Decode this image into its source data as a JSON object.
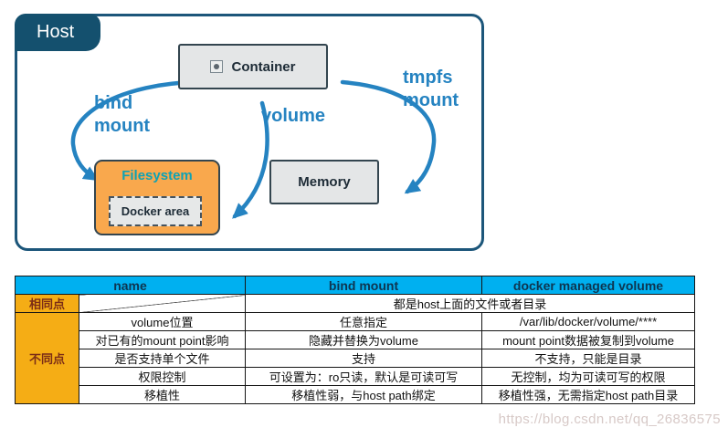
{
  "diagram": {
    "host_label": "Host",
    "container_label": "Container",
    "filesystem_label": "Filesystem",
    "docker_area_label": "Docker area",
    "memory_label": "Memory",
    "arrows": {
      "bind_mount": {
        "line1": "bind",
        "line2": "mount"
      },
      "volume": {
        "label": "volume"
      },
      "tmpfs_mount": {
        "line1": "tmpfs",
        "line2": "mount"
      }
    }
  },
  "table": {
    "headers": {
      "name": "name",
      "bind_mount": "bind mount",
      "docker_managed_volume": "docker managed volume"
    },
    "same": {
      "label": "相同点",
      "value": "都是host上面的文件或者目录"
    },
    "diff": {
      "label": "不同点",
      "rows": [
        {
          "name": "volume位置",
          "bind_mount": "任意指定",
          "docker_managed_volume": "/var/lib/docker/volume/****"
        },
        {
          "name": "对已有的mount point影响",
          "bind_mount": "隐藏并替换为volume",
          "docker_managed_volume": "mount point数据被复制到volume"
        },
        {
          "name": "是否支持单个文件",
          "bind_mount": "支持",
          "docker_managed_volume": "不支持，只能是目录"
        },
        {
          "name": "权限控制",
          "bind_mount": "可设置为：ro只读，默认是可读可写",
          "docker_managed_volume": "无控制，均为可读可写的权限"
        },
        {
          "name": "移植性",
          "bind_mount": "移植性弱，与host path绑定",
          "docker_managed_volume": "移植性强，无需指定host path目录"
        }
      ]
    }
  },
  "watermark": {
    "text": "https://blog.csdn.net/qq_26836575"
  },
  "colors": {
    "header_bg": "#00b0f0",
    "row_label_bg": "#f5ad15",
    "row_label_text": "#7c2d16",
    "arrow_blue": "#2583c1",
    "filesystem_orange": "#f9a84d",
    "filesystem_label_teal": "#0ea2b4",
    "host_navy": "#14506e",
    "node_gray": "#e4e6e7",
    "node_border": "#33454f"
  }
}
